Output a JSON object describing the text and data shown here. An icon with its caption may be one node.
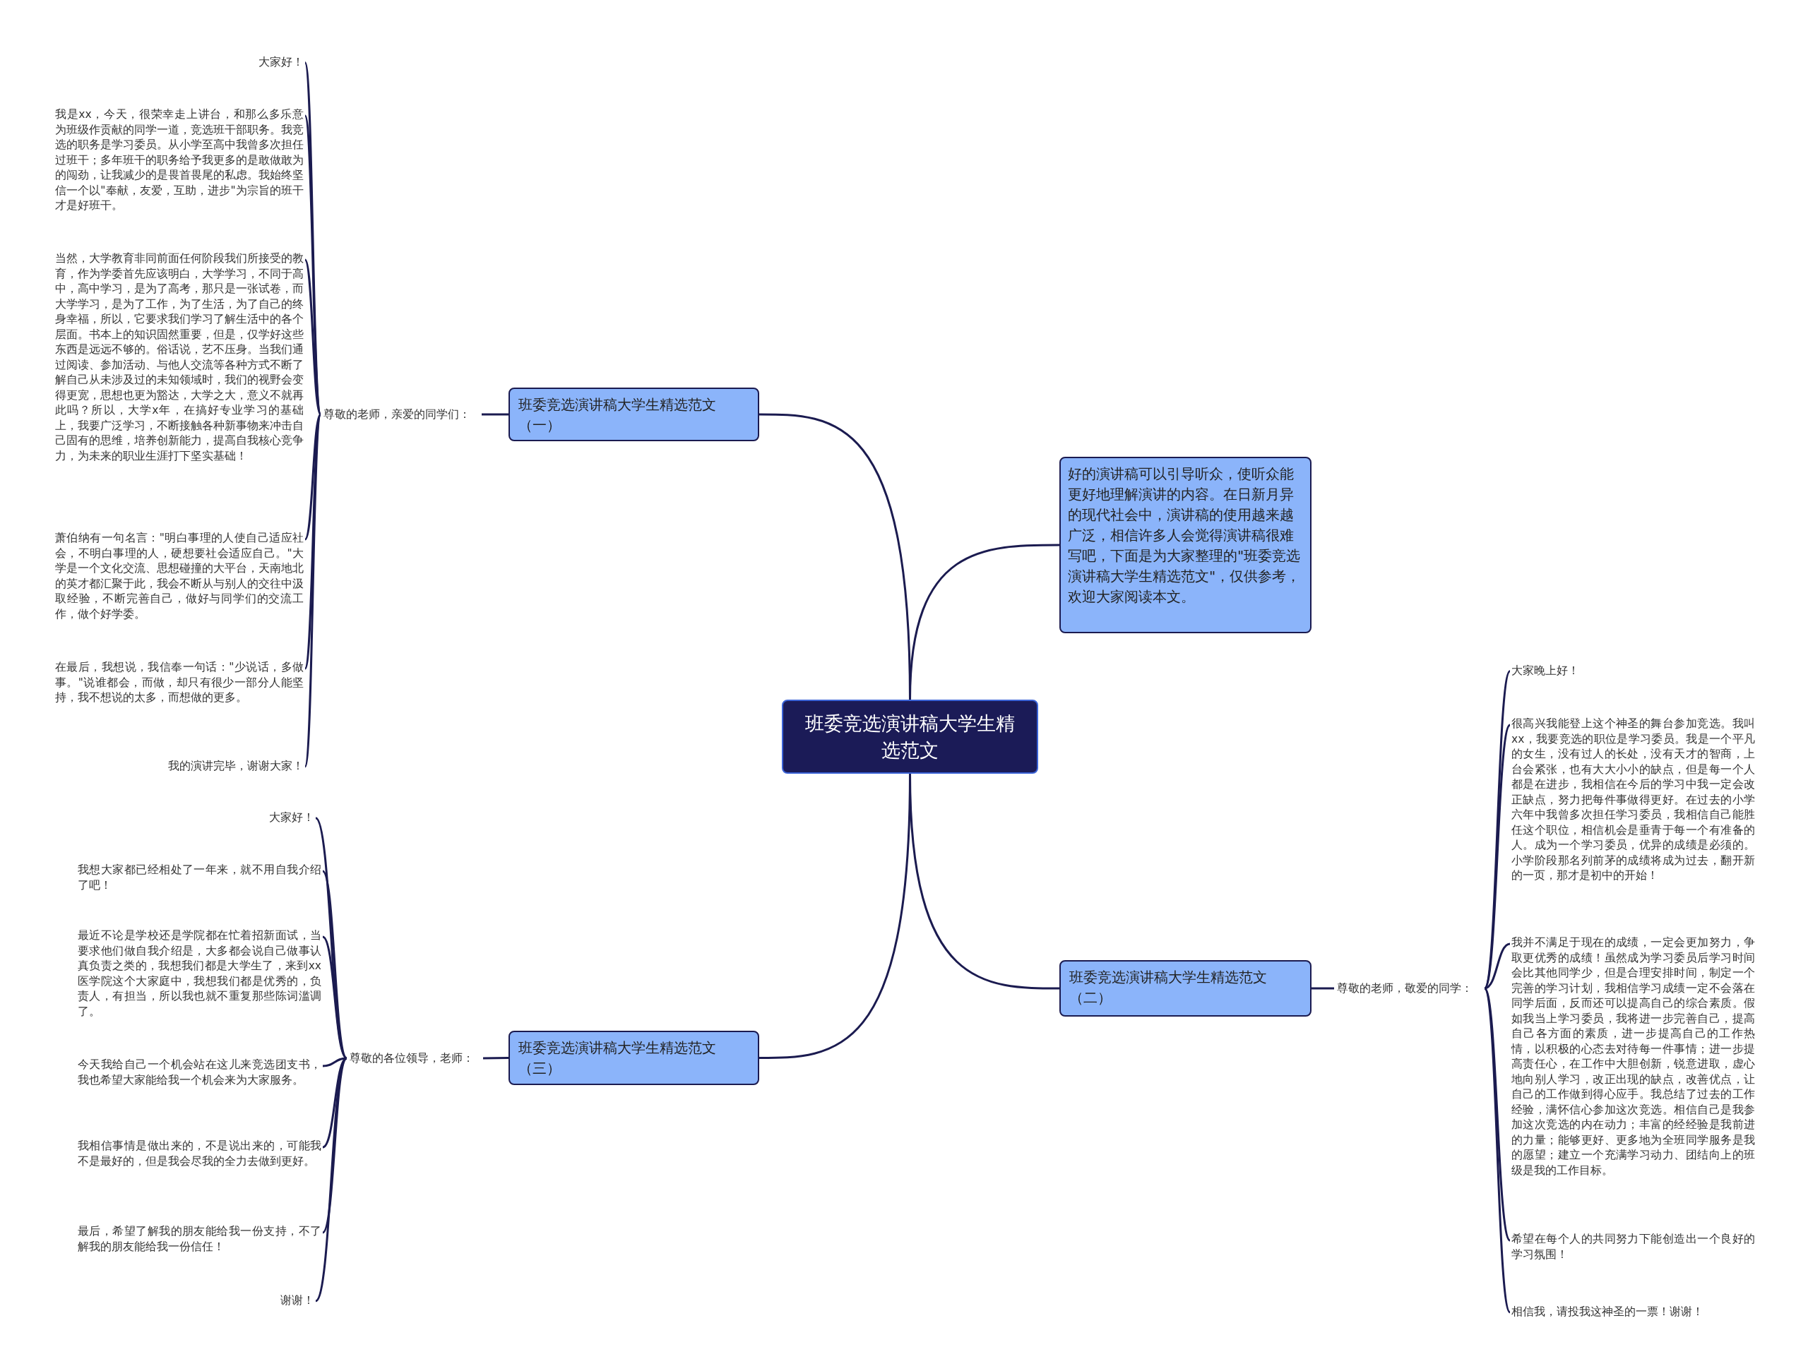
{
  "diagram": {
    "nodes": [
      {
        "text": [
          "班委竞选演讲稿大学生精选范文"
        ]
      },
      {
        "text": [
          "班委竞选演讲稿大学生精选范文（一）"
        ]
      },
      {
        "text": [
          "好的演讲稿可以引导听众，使听众能更好地理解演讲的内容。在日新月异的现代社会中，演讲稿的使用越来越广泛，相信许多人会觉得演讲稿很难写吧，下面是为大家整理的\"班委竞选演讲稿大学生精选范文\"，仅供参考，欢迎大家阅读本文。"
        ]
      },
      {
        "text": [
          "班委竞选演讲稿大学生精选范文（二）"
        ]
      },
      {
        "text": [
          "班委竞选演讲稿大学生精选范文（三）"
        ]
      },
      {
        "text": [
          "尊敬的老师，亲爱的同学们："
        ]
      },
      {
        "text": [
          "大家好！"
        ]
      },
      {
        "text": [
          "我是xx，今天，很荣幸走上讲台，和那么多乐意为班级作贡献的同学一道，竞选班干部职务。我竞选的职务是学习委员。从小学至高中我曾多次担任过班干；多年班干的职务给予我更多的是敢做敢为的闯劲，让我减少的是畏首畏尾的私虑。我始终坚信一个以\"奉献，友爱，互助，进步\"为宗旨的班干才是好班干。"
        ]
      },
      {
        "text": [
          "当然，大学教育非同前面任何阶段我们所接受的教育，作为学委首先应该明白，大学学习，不同于高中，高中学习，是为了高考，那只是一张试卷，而大学学习，是为了工作，为了生活，为了自己的终身幸福，所以，它要求我们学习了解生活中的各个层面。书本上的知识固然重要，但是，仅学好这些东西是远远不够的。俗话说，艺不压身。当我们通过阅读、参加活动、与他人交流等各种方式不断了解自己从未涉及过的未知领域时，我们的视野会变得更宽，思想也更为豁达，大学之大，意义不就再此吗？所以，大学x年，在搞好专业学习的基础上，我要广泛学习，不断接触各种新事物来冲击自己固有的思维，培养创新能力，提高自我核心竞争力，为未来的职业生涯打下坚实基础！"
        ]
      },
      {
        "text": [
          "萧伯纳有一句名言：\"明白事理的人使自己适应社会，不明白事理的人，硬想要社会适应自己。\"大学是一个文化交流、思想碰撞的大平台，天南地北的英才都汇聚于此，我会不断从与别人的交往中汲取经验，不断完善自己，做好与同学们的交流工作，做个好学委。"
        ]
      },
      {
        "text": [
          "在最后，我想说，我信奉一句话：\"少说话，多做事。\"说谁都会，而做，却只有很少一部分人能坚持，我不想说的太多，而想做的更多。"
        ]
      },
      {
        "text": [
          "我的演讲完毕，谢谢大家！"
        ]
      },
      {
        "text": [
          "尊敬的老师，敬爱的同学："
        ]
      },
      {
        "text": [
          "大家晚上好！"
        ]
      },
      {
        "text": [
          "很高兴我能登上这个神圣的舞台参加竞选。我叫xx，我要竞选的职位是学习委员。我是一个平凡的女生，没有过人的长处，没有天才的智商，上台会紧张，也有大大小小的缺点，但是每一个人都是在进步，我相信在今后的学习中我一定会改正缺点，努力把每件事做得更好。在过去的小学六年中我曾多次担任学习委员，我相信自己能胜任这个职位，相信机会是垂青于每一个有准备的人。成为一个学习委员，优异的成绩是必须的。小学阶段那名列前茅的成绩将成为过去，翻开新的一页，那才是初中的开始！"
        ]
      },
      {
        "text": [
          "我并不满足于现在的成绩，一定会更加努力，争取更优秀的成绩！虽然成为学习委员后学习时间会比其他同学少，但是合理安排时间，制定一个完善的学习计划，我相信学习成绩一定不会落在同学后面，反而还可以提高自己的综合素质。假如我当上学习委员，我将进一步完善自己，提高自己各方面的素质，进一步提高自己的工作热情，以积极的心态去对待每一件事情；进一步提高责任心，在工作中大胆创新，锐意进取，虚心地向别人学习，改正出现的缺点，改善优点，让自己的工作做到得心应手。我总结了过去的工作经验，满怀信心参加这次竞选。相信自己是我参加这次竞选的内在动力；丰富的经经验是我前进的力量；能够更好、更多地为全班同学服务是我的愿望；建立一个充满学习动力、团结向上的班级是我的工作目标。"
        ]
      },
      {
        "text": [
          "希望在每个人的共同努力下能创造出一个良好的学习氛围！"
        ]
      },
      {
        "text": [
          "相信我，请投我这神圣的一票！谢谢！"
        ]
      },
      {
        "text": [
          "尊敬的各位领导，老师："
        ]
      },
      {
        "text": [
          "大家好！"
        ]
      },
      {
        "text": [
          "我想大家都已经相处了一年来，就不用自我介绍了吧！"
        ]
      },
      {
        "text": [
          "最近不论是学校还是学院都在忙着招新面试，当要求他们做自我介绍是，大多都会说自己做事认真负责之类的，我想我们都是大学生了，来到xx医学院这个大家庭中，我想我们都是优秀的，负责人，有担当，所以我也就不重复那些陈词滥调了。"
        ]
      },
      {
        "text": [
          "今天我给自己一个机会站在这儿来竞选团支书，我也希望大家能给我一个机会来为大家服务。"
        ]
      },
      {
        "text": [
          "我相信事情是做出来的，不是说出来的，可能我不是最好的，但是我会尽我的全力去做到更好。"
        ]
      },
      {
        "text": [
          "最后，希望了解我的朋友能给我一份支持，不了解我的朋友能给我一份信任！"
        ]
      },
      {
        "text": [
          "谢谢！"
        ]
      }
    ],
    "edges": [
      {
        "from": 0,
        "to": 1,
        "arrow": "none"
      },
      {
        "from": 0,
        "to": 2,
        "arrow": "none"
      },
      {
        "from": 0,
        "to": 3,
        "arrow": "none"
      },
      {
        "from": 0,
        "to": 4,
        "arrow": "none"
      },
      {
        "from": 1,
        "to": 5,
        "arrow": "none"
      },
      {
        "from": 5,
        "to": 6,
        "arrow": "none"
      },
      {
        "from": 5,
        "to": 7,
        "arrow": "none"
      },
      {
        "from": 5,
        "to": 8,
        "arrow": "none"
      },
      {
        "from": 5,
        "to": 9,
        "arrow": "none"
      },
      {
        "from": 5,
        "to": 10,
        "arrow": "none"
      },
      {
        "from": 5,
        "to": 11,
        "arrow": "none"
      },
      {
        "from": 3,
        "to": 12,
        "arrow": "none"
      },
      {
        "from": 12,
        "to": 13,
        "arrow": "none"
      },
      {
        "from": 12,
        "to": 14,
        "arrow": "none"
      },
      {
        "from": 12,
        "to": 15,
        "arrow": "none"
      },
      {
        "from": 12,
        "to": 16,
        "arrow": "none"
      },
      {
        "from": 12,
        "to": 17,
        "arrow": "none"
      },
      {
        "from": 4,
        "to": 18,
        "arrow": "none"
      },
      {
        "from": 18,
        "to": 19,
        "arrow": "none"
      },
      {
        "from": 18,
        "to": 20,
        "arrow": "none"
      },
      {
        "from": 18,
        "to": 21,
        "arrow": "none"
      },
      {
        "from": 18,
        "to": 22,
        "arrow": "none"
      },
      {
        "from": 18,
        "to": 23,
        "arrow": "none"
      },
      {
        "from": 18,
        "to": 24,
        "arrow": "none"
      },
      {
        "from": 18,
        "to": 25,
        "arrow": "none"
      }
    ]
  }
}
